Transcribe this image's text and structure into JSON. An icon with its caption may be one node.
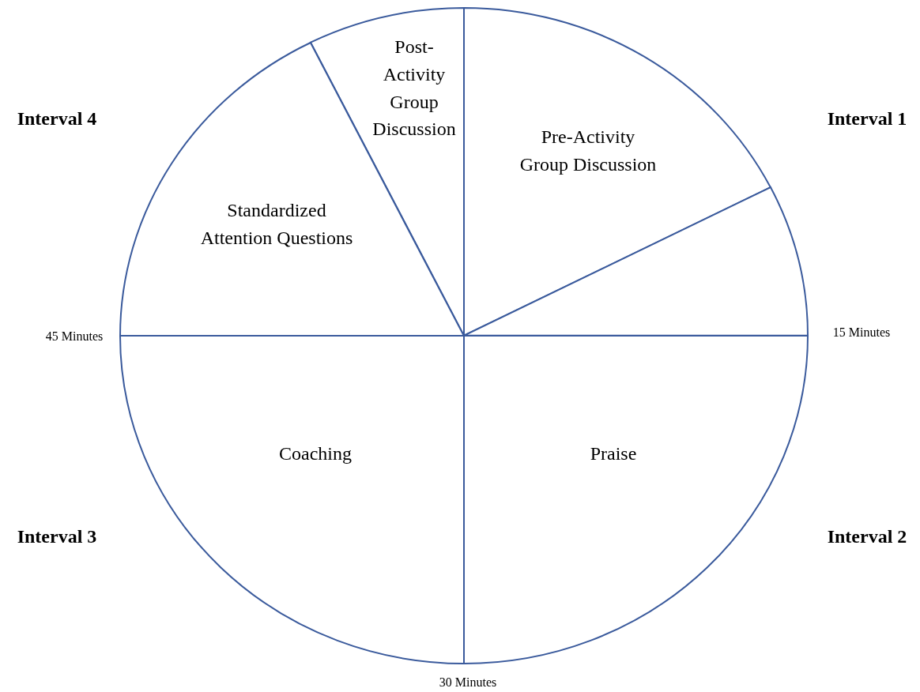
{
  "diagram": {
    "nodes": [
      {
        "text": [
          "Post-Activity Group Discussion"
        ]
      },
      {
        "text": [
          "Pre-Activity Group Discussion"
        ]
      },
      {
        "text": [
          "Standardized Attention Questions"
        ]
      },
      {
        "text": [],
        "shape": "wedge"
      },
      {
        "text": [
          "Coaching"
        ]
      },
      {
        "text": [
          "Praise"
        ]
      }
    ],
    "labels": [
      "Interval 4",
      "Interval 1",
      "45 Minutes",
      "15 Minutes",
      "Interval 3",
      "Interval 2",
      "30 Minutes"
    ]
  }
}
